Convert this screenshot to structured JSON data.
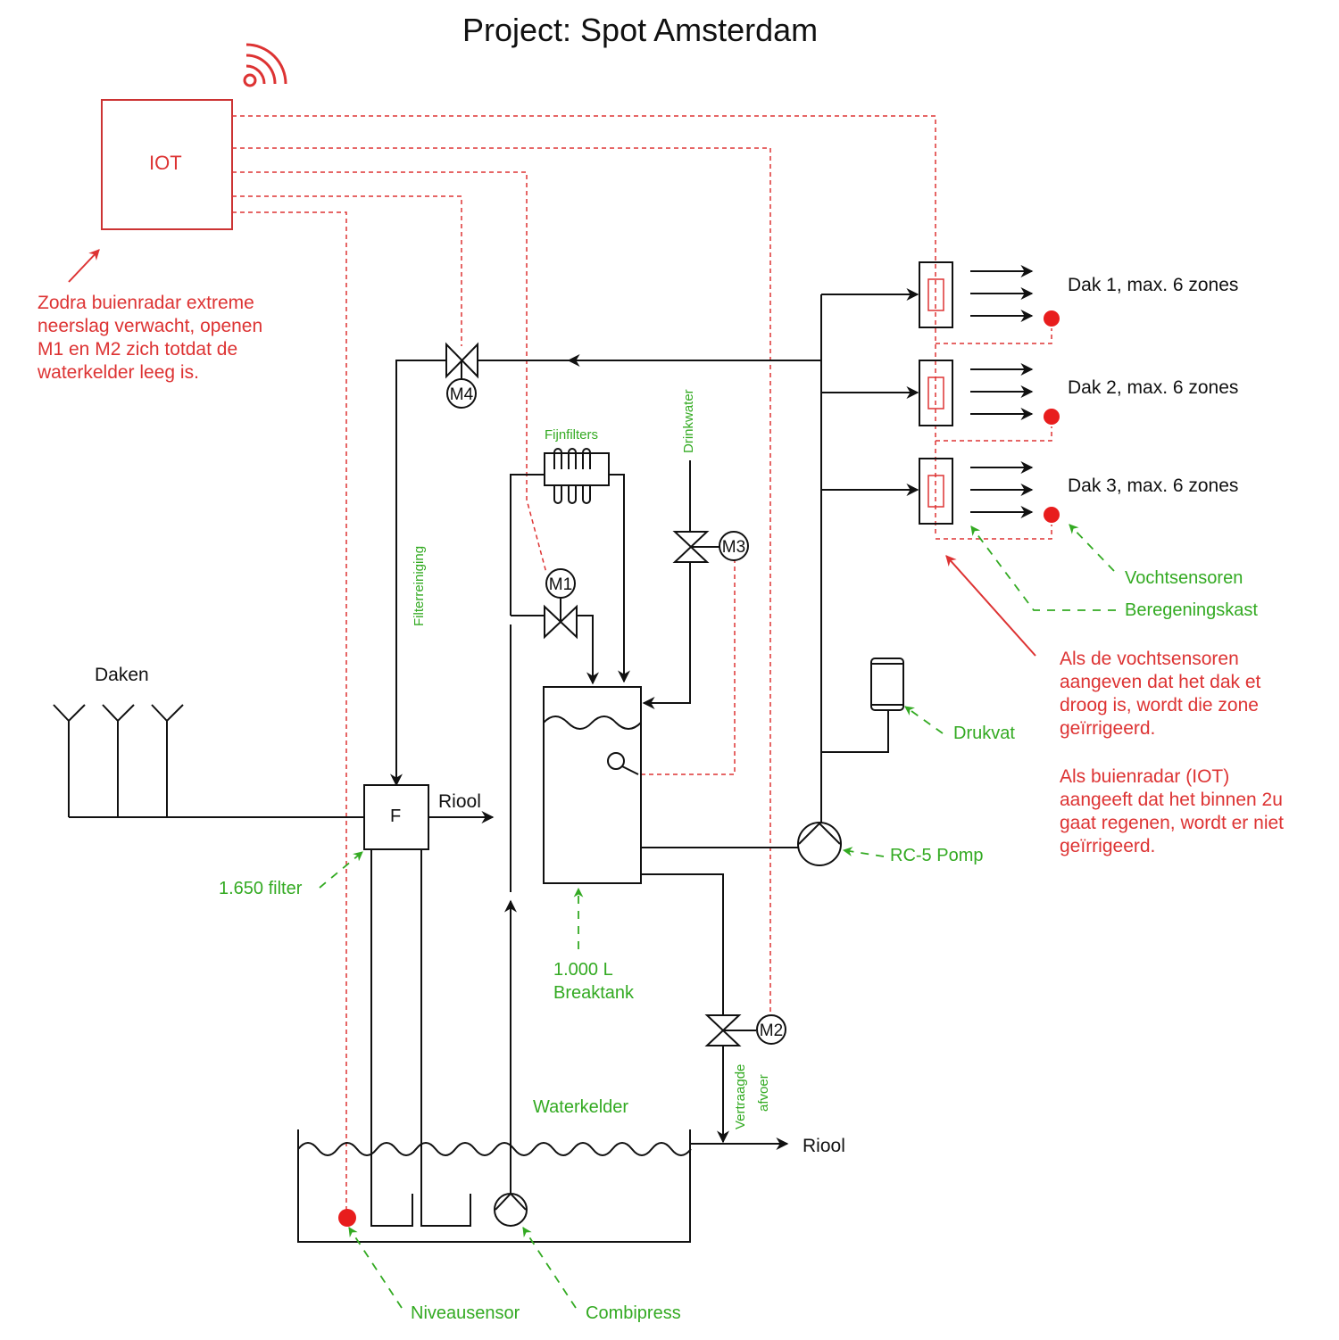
{
  "title": "Project: Spot Amsterdam",
  "colors": {
    "pipe": "#111111",
    "signal_line": "#dd3333",
    "annotation": "#33aa22",
    "sensor": "#e81d1d",
    "background": "#ffffff"
  },
  "icons": {
    "wireless": "wifi-signal-icon"
  },
  "iot_box": {
    "label": "IOT"
  },
  "notes": {
    "iot_note": "Zodra buienradar extreme\nneerslag verwacht, openen\nM1 en M2 zich totdat de\nwaterkelder leeg is.",
    "moisture_note": "Als de vochtsensoren\naangeven dat het dak et\ndroog is, wordt die zone\ngeïrrigeerd.",
    "rain_note": "Als buienradar (IOT)\naangeeft dat het binnen 2u\ngaat regenen, wordt er niet\ngeïrrigeerd."
  },
  "roofs": [
    {
      "label": "Dak 1, max. 6 zones"
    },
    {
      "label": "Dak 2, max. 6 zones"
    },
    {
      "label": "Dak 3, max. 6 zones"
    }
  ],
  "valves": {
    "m1": "M1",
    "m2": "M2",
    "m3": "M3",
    "m4": "M4"
  },
  "labels": {
    "daken": "Daken",
    "filter": "F",
    "riool_filter": "Riool",
    "riool_bottom": "Riool",
    "fijnfilters": "Fijnfilters",
    "drinkwater": "Drinkwater",
    "filterreiniging": "Filterreiniging",
    "vertraagde_line1": "Vertraagde",
    "vertraagde_line2": "afvoer",
    "waterkelder": "Waterkelder"
  },
  "annotations": {
    "vochtsensoren": "Vochtsensoren",
    "beregeningskast": "Beregeningskast",
    "drukvat": "Drukvat",
    "pomp": "RC-5 Pomp",
    "filter": "1.650 filter",
    "breaktank_line1": "1.000 L",
    "breaktank_line2": "Breaktank",
    "niveausensor": "Niveausensor",
    "combipress": "Combipress"
  }
}
